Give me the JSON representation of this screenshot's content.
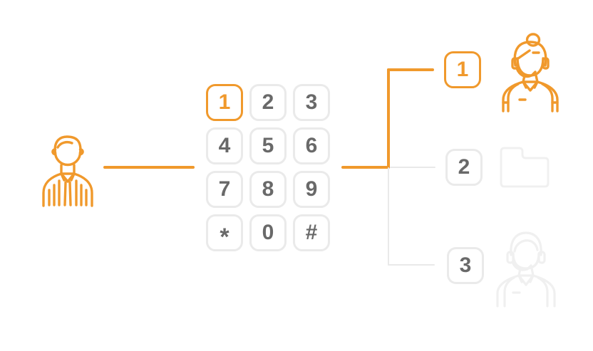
{
  "colors": {
    "accent_orange": "#F0992C",
    "key_text": "#696969",
    "key_border": "#EAEAEA",
    "line_gray": "#E9E9E9",
    "ghost_icon": "#F0F0F0",
    "background": "#FFFFFF"
  },
  "caller": {
    "icon": "caller-person-icon"
  },
  "keypad": {
    "active_key": "1",
    "keys": [
      {
        "label": "1",
        "active": true
      },
      {
        "label": "2",
        "active": false
      },
      {
        "label": "3",
        "active": false
      },
      {
        "label": "4",
        "active": false
      },
      {
        "label": "5",
        "active": false
      },
      {
        "label": "6",
        "active": false
      },
      {
        "label": "7",
        "active": false
      },
      {
        "label": "8",
        "active": false
      },
      {
        "label": "9",
        "active": false
      },
      {
        "label": "*",
        "active": false
      },
      {
        "label": "0",
        "active": false
      },
      {
        "label": "#",
        "active": false
      }
    ]
  },
  "menu_options": [
    {
      "number": "1",
      "icon": "female-agent-headset-icon",
      "active": true
    },
    {
      "number": "2",
      "icon": "folder-icon",
      "active": false
    },
    {
      "number": "3",
      "icon": "male-agent-headset-icon",
      "active": false
    }
  ]
}
